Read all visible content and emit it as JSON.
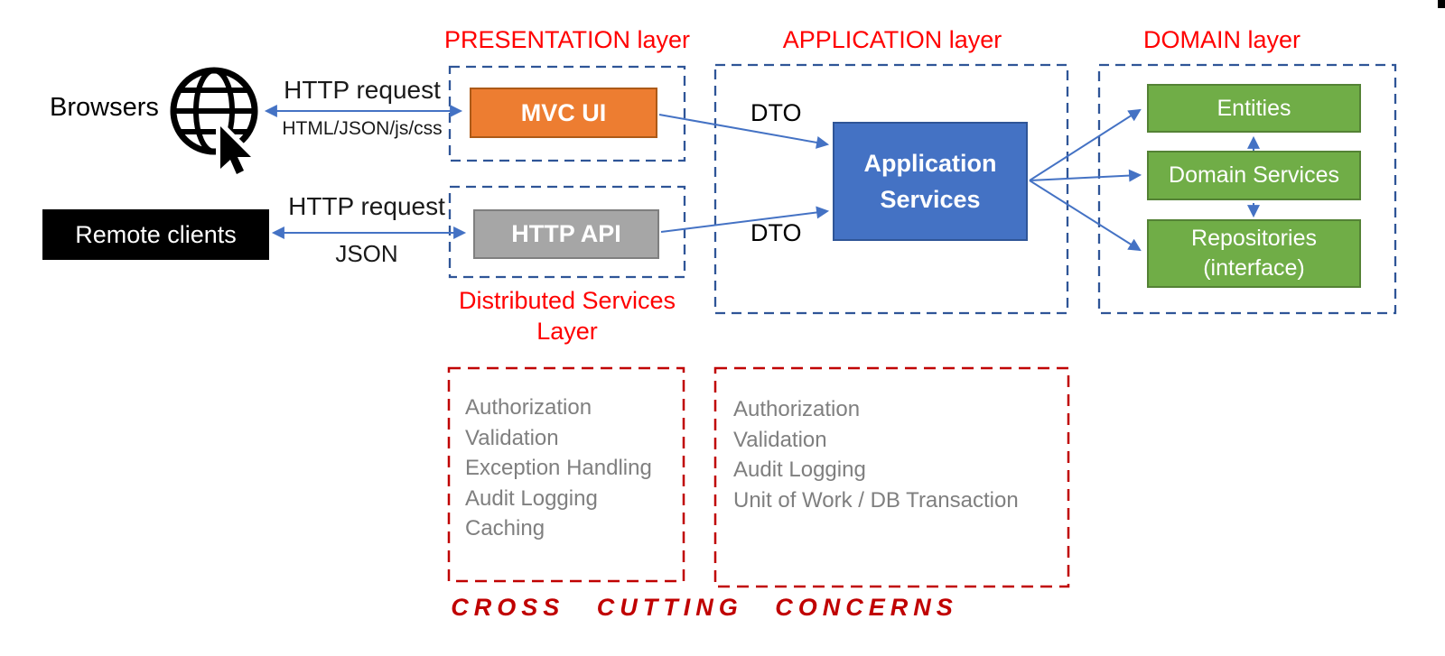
{
  "labels": {
    "browsers": "Browsers",
    "remote_clients": "Remote clients",
    "presentation_layer": "PRESENTATION layer",
    "application_layer": "APPLICATION layer",
    "domain_layer": "DOMAIN layer",
    "distributed_services_line1": "Distributed Services",
    "distributed_services_line2": "Layer",
    "cross_cutting": "CROSS  CUTTING  CONCERNS"
  },
  "boxes": {
    "mvc_ui": "MVC UI",
    "http_api": "HTTP API",
    "application_services_line1": "Application",
    "application_services_line2": "Services",
    "entities": "Entities",
    "domain_services": "Domain Services",
    "repositories_line1": "Repositories",
    "repositories_line2": "(interface)"
  },
  "arrows": {
    "browser_request": "HTTP request",
    "browser_response": "HTML/JSON/js/css",
    "client_request": "HTTP request",
    "client_response": "JSON",
    "dto_top": "DTO",
    "dto_bottom": "DTO"
  },
  "concerns": {
    "distributed": [
      "Authorization",
      "Validation",
      "Exception Handling",
      "Audit Logging",
      "Caching"
    ],
    "application": [
      "Authorization",
      "Validation",
      "Audit Logging",
      "Unit of Work / DB Transaction"
    ]
  },
  "colors": {
    "accent_orange": "#ED7D31",
    "accent_blue": "#4472C4",
    "accent_green": "#70AD47",
    "accent_gray": "#A6A6A6",
    "dashed_blue": "#2F5597",
    "label_red": "#FF0000",
    "dark_red": "#C00000",
    "concern_gray": "#7F7F7F"
  }
}
